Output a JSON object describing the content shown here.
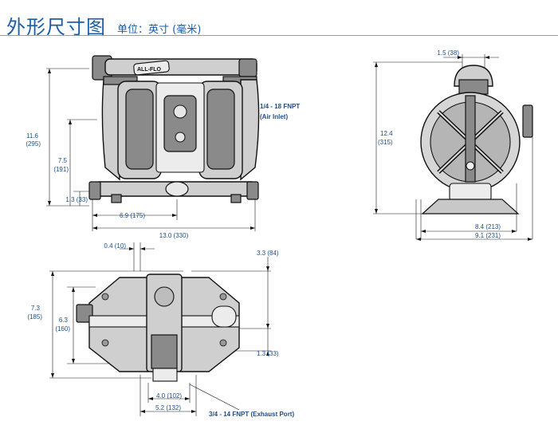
{
  "header": {
    "title": "外形尺寸图",
    "subtitle": "单位：英寸 (毫米)"
  },
  "views": {
    "front": {
      "height_total": "11.6",
      "height_total_mm": "(295)",
      "height_mid": "7.5",
      "height_mid_mm": "(191)",
      "height_low": "1.3 (33)",
      "width_half": "6.9 (175)",
      "width_total": "13.0 (330)",
      "air_inlet": "1/4 - 18 FNPT",
      "air_inlet_note": "(Air Inlet)",
      "logo_text": "ALL-FLO"
    },
    "side": {
      "top_width": "1.5 (38)",
      "height_total": "12.4",
      "height_total_mm": "(315)",
      "width_inner": "8.4 (213)",
      "width_outer": "9.1 (231)"
    },
    "top": {
      "offset_left": "0.4 (10)",
      "offset_right": "3.3 (84)",
      "depth_total": "7.3",
      "depth_total_mm": "(185)",
      "depth_inner": "6.3",
      "depth_inner_mm": "(160)",
      "offset_low": "1.3 (33)",
      "width_inner": "4.0 (102)",
      "width_outer": "5.2 (132)",
      "exhaust": "3/4 - 14 FNPT (Exhaust Port)"
    }
  },
  "colors": {
    "title": "#1b5ea8",
    "dimension_text": "#1b4f8a",
    "rule": "#9a9a9a"
  }
}
